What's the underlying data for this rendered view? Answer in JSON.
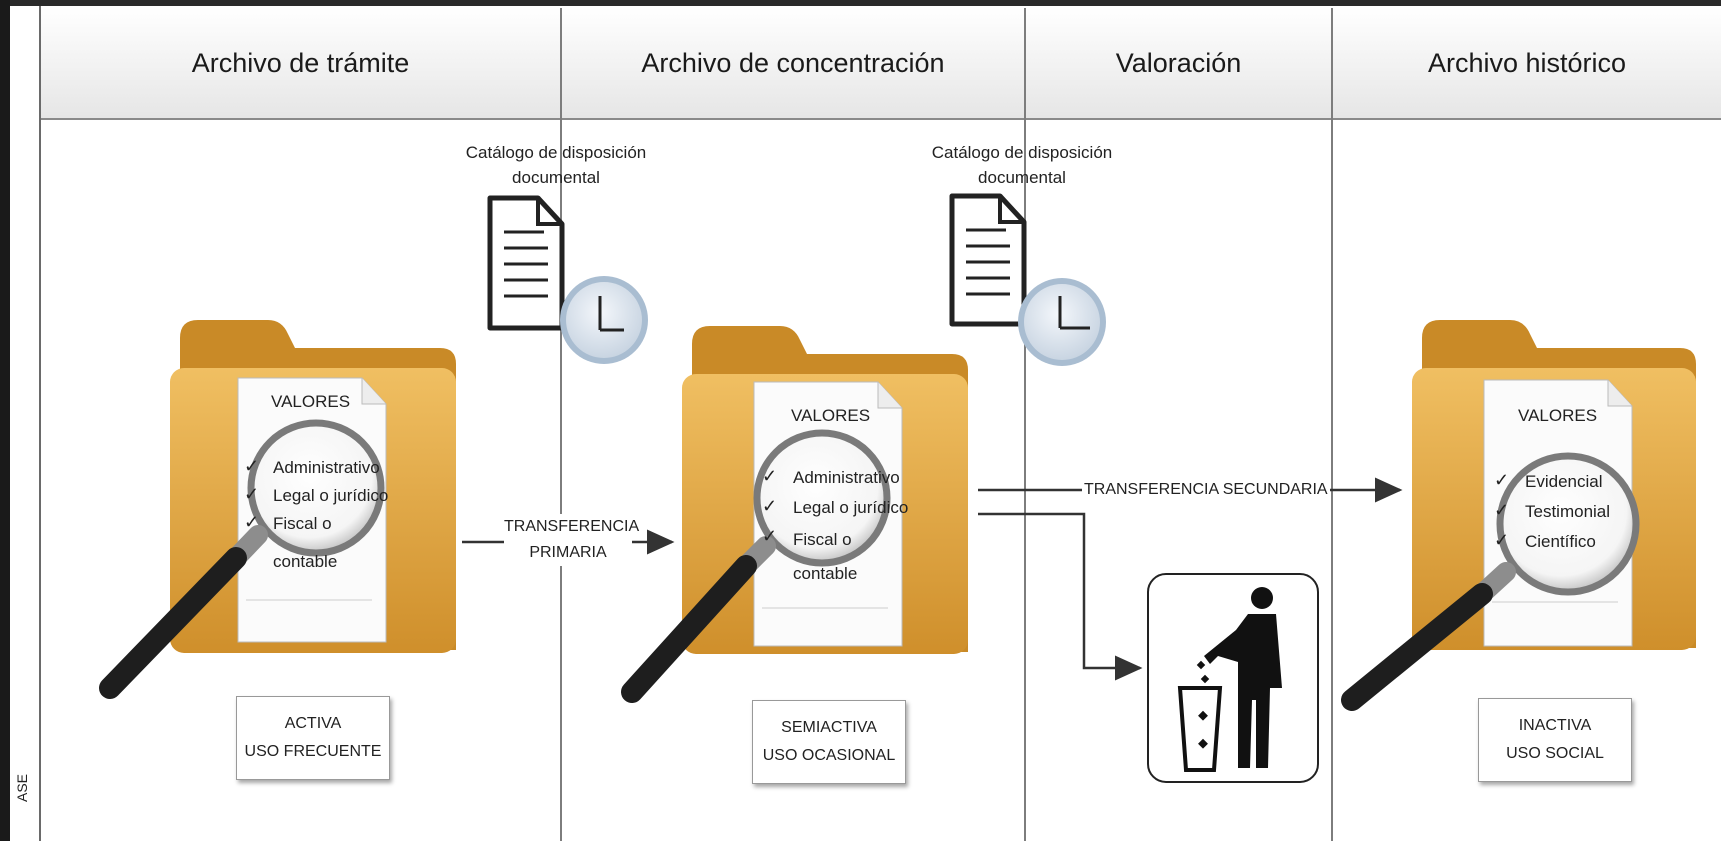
{
  "columns": [
    {
      "title": "Archivo de trámite"
    },
    {
      "title": "Archivo de concentración"
    },
    {
      "title": "Valoración"
    },
    {
      "title": "Archivo histórico"
    }
  ],
  "side_label": "ASE",
  "catalogs": [
    {
      "label_line1": "Catálogo de disposición",
      "label_line2": "documental"
    },
    {
      "label_line1": "Catálogo de disposición",
      "label_line2": "documental"
    }
  ],
  "folders": [
    {
      "values_title": "VALORES",
      "items": [
        "Administrativo",
        "Legal o jurídico",
        "Fiscal o",
        "contable"
      ]
    },
    {
      "values_title": "VALORES",
      "items": [
        "Administrativo",
        "Legal o jurídico",
        "Fiscal o",
        "contable"
      ]
    },
    {
      "values_title": "VALORES",
      "items": [
        "Evidencial",
        "Testimonial",
        "Científico"
      ]
    }
  ],
  "stages": [
    {
      "line1": "ACTIVA",
      "line2": "USO FRECUENTE"
    },
    {
      "line1": "SEMIACTIVA",
      "line2": "USO OCASIONAL"
    },
    {
      "line1": "INACTIVA",
      "line2": "USO SOCIAL"
    }
  ],
  "transfers": {
    "primary_line1": "TRANSFERENCIA",
    "primary_line2": "PRIMARIA",
    "secondary": "TRANSFERENCIA SECUNDARIA"
  },
  "colors": {
    "folder": "#e0a43c",
    "folder_dark": "#b77c1f",
    "header_grad_top": "#ffffff",
    "header_grad_bottom": "#e6e6e6",
    "separator": "#7d7d7d"
  }
}
